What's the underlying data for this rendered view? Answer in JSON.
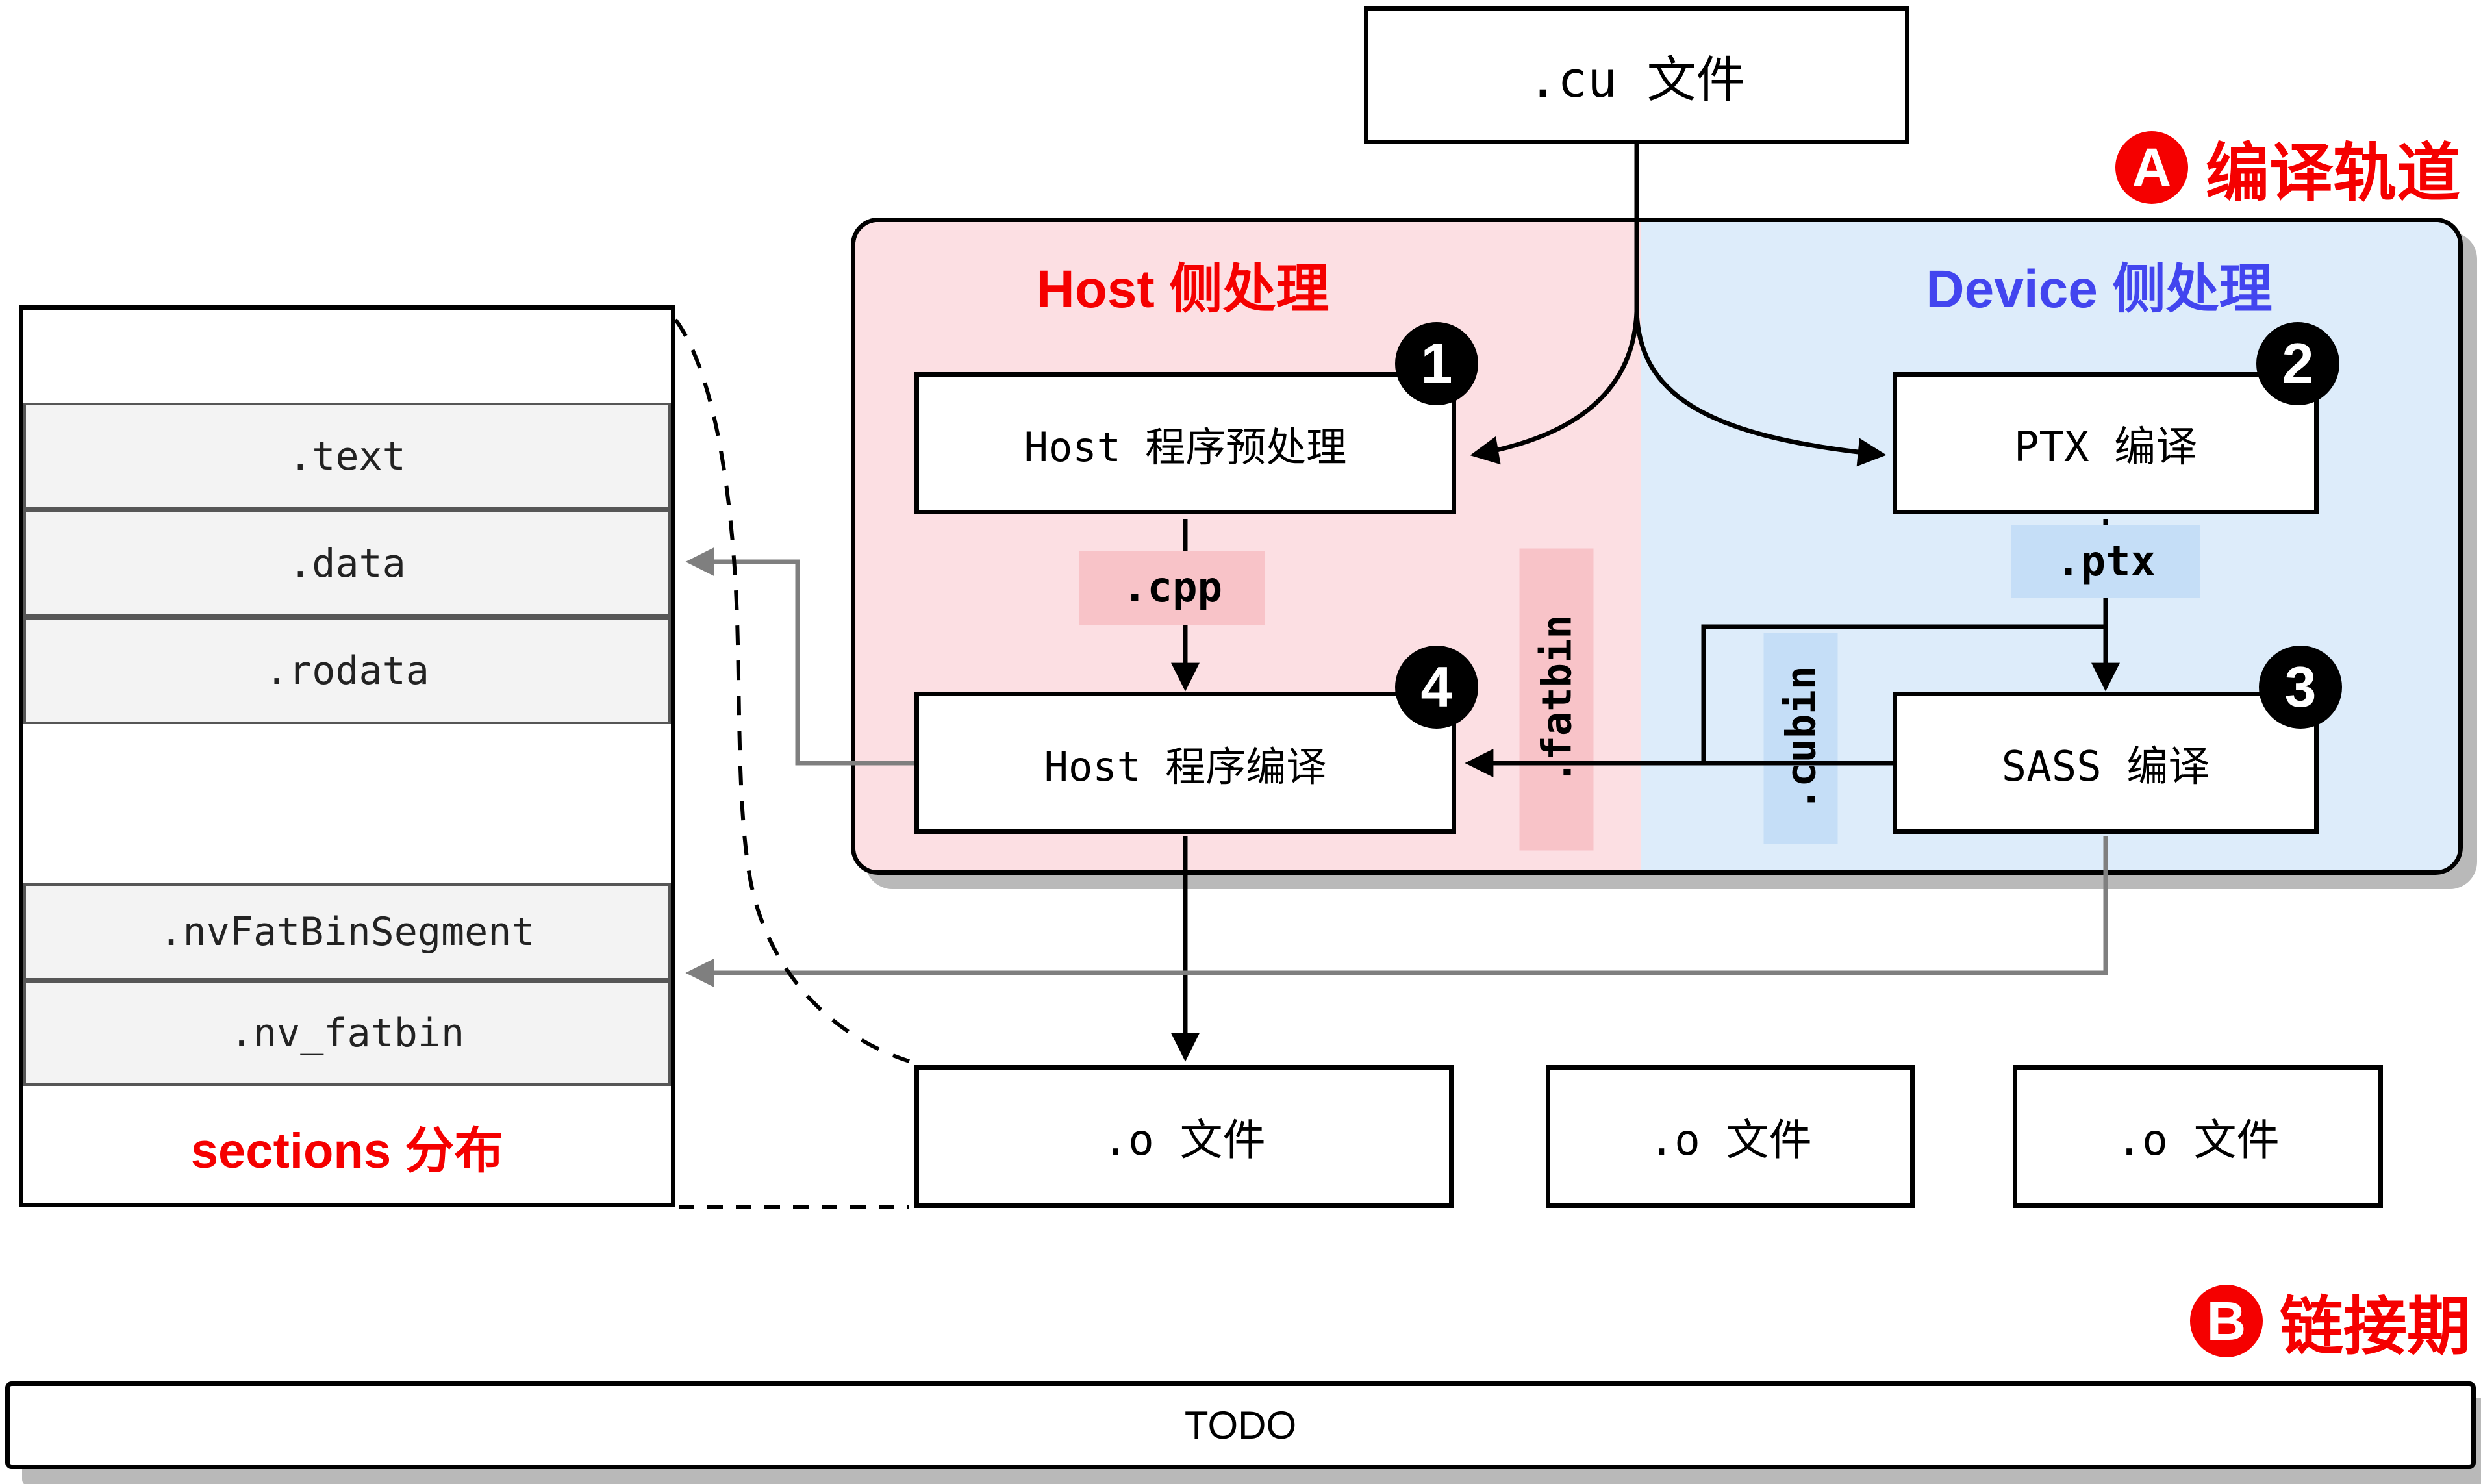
{
  "track_a": {
    "letter": "A",
    "label": "编译轨道"
  },
  "track_b": {
    "letter": "B",
    "label": "链接期"
  },
  "pipeline": {
    "cu_file": ".cu 文件",
    "host_region_title": "Host 侧处理",
    "device_region_title": "Device 侧处理",
    "steps": [
      {
        "num": "1",
        "label": "Host 程序预处理"
      },
      {
        "num": "2",
        "label": "PTX 编译"
      },
      {
        "num": "3",
        "label": "SASS 编译"
      },
      {
        "num": "4",
        "label": "Host 程序编译"
      }
    ],
    "artifacts": {
      "cpp": ".cpp",
      "ptx": ".ptx",
      "cubin": ".cubin",
      "fatbin": ".fatbin"
    },
    "outputs": [
      ".o 文件",
      ".o 文件",
      ".o 文件"
    ]
  },
  "sections_panel": {
    "rows": [
      "",
      ".text",
      ".data",
      ".rodata",
      "",
      ".nvFatBinSegment",
      ".nv_fatbin"
    ],
    "caption": "sections 分布"
  },
  "linker": {
    "todo": "TODO"
  },
  "colors": {
    "host_bg": "#fcdfe3",
    "device_bg": "#ddecfa",
    "host_tag_bg": "#f8c3c8",
    "device_tag_bg": "#c5def7",
    "accent_red": "#f50000",
    "accent_blue": "#4245ef",
    "line_gray": "#7f7f7f",
    "shadow_gray": "#b9b9b9"
  }
}
